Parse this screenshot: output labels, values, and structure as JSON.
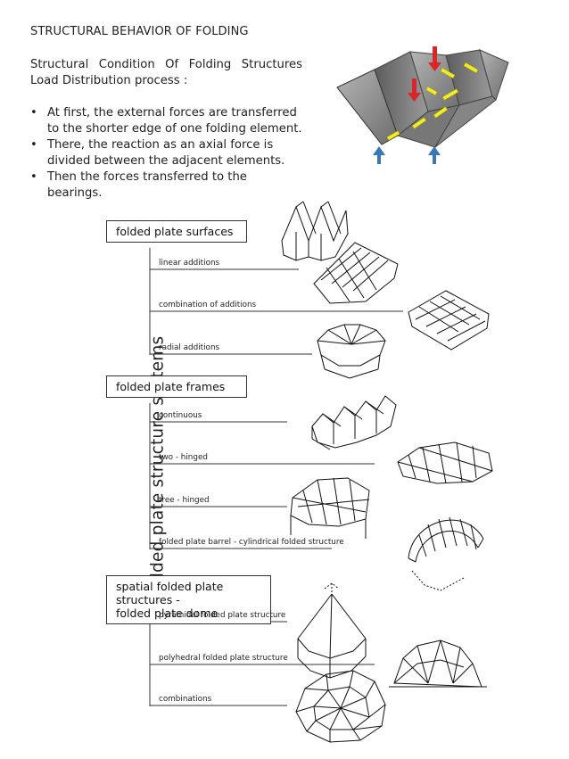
{
  "header": {
    "title": "STRUCTURAL BEHAVIOR OF FOLDING"
  },
  "intro": {
    "text": "Structural Condition Of Folding Structures Load Distribution process :"
  },
  "bullets": [
    "At first, the external forces are transferred to the shorter edge of one folding element.",
    "There, the reaction as an axial force is divided between the adjacent elements.",
    "Then the forces transferred to the bearings."
  ],
  "diagram": {
    "vertical_title": "folded plate structure systems",
    "groups": [
      {
        "title": "folded plate surfaces",
        "items": [
          "linear additions",
          "combination of additions",
          "radial additions"
        ]
      },
      {
        "title": "folded plate frames",
        "items": [
          "continuous",
          "two - hinged",
          "tree - hinged",
          "folded plate barrel - cylindrical folded structure"
        ]
      },
      {
        "title_line1": "spatial folded plate structures -",
        "title_line2": "folded plate dome",
        "items": [
          "pyramidal folded plate structure",
          "polyhedral folded plate structure",
          "combinations"
        ]
      }
    ]
  },
  "colors": {
    "force_arrow": "#d8262b",
    "reaction_arrow": "#3a78b5",
    "load_path": "#f0ee2a",
    "plate": "#8a8a8a"
  }
}
